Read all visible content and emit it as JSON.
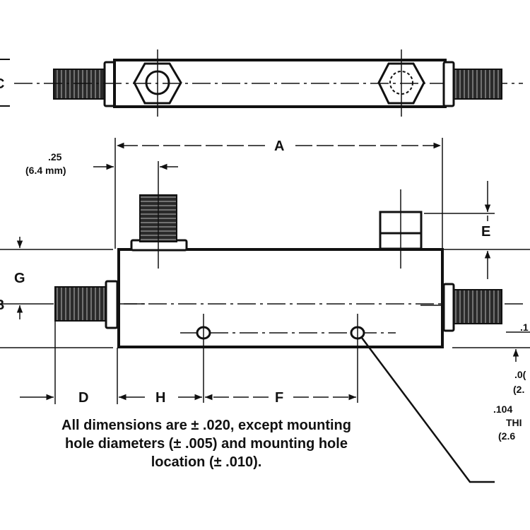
{
  "labels": {
    "a": "A",
    "d": "D",
    "e": "E",
    "f": "F",
    "g": "G",
    "h": "H",
    "dim_25_in": ".25",
    "dim_25_mm": "(6.4 mm)",
    "left_edge_c": "C",
    "left_edge_b": "B",
    "right_hole_dia": ".104",
    "right_hole_thru": "THI",
    "right_hole_mm": "(2.6",
    "right_cut_1": ".1",
    "right_cut_2": ".0(",
    "right_cut_3": "(2."
  },
  "note": {
    "line1": "All dimensions are ± .020, except mounting",
    "line2": "hole diameters (± .005) and mounting hole",
    "line3": "location (± .010)."
  },
  "colors": {
    "ink": "#111111",
    "thread_fill": "#2a2a2a",
    "background": "#ffffff"
  }
}
